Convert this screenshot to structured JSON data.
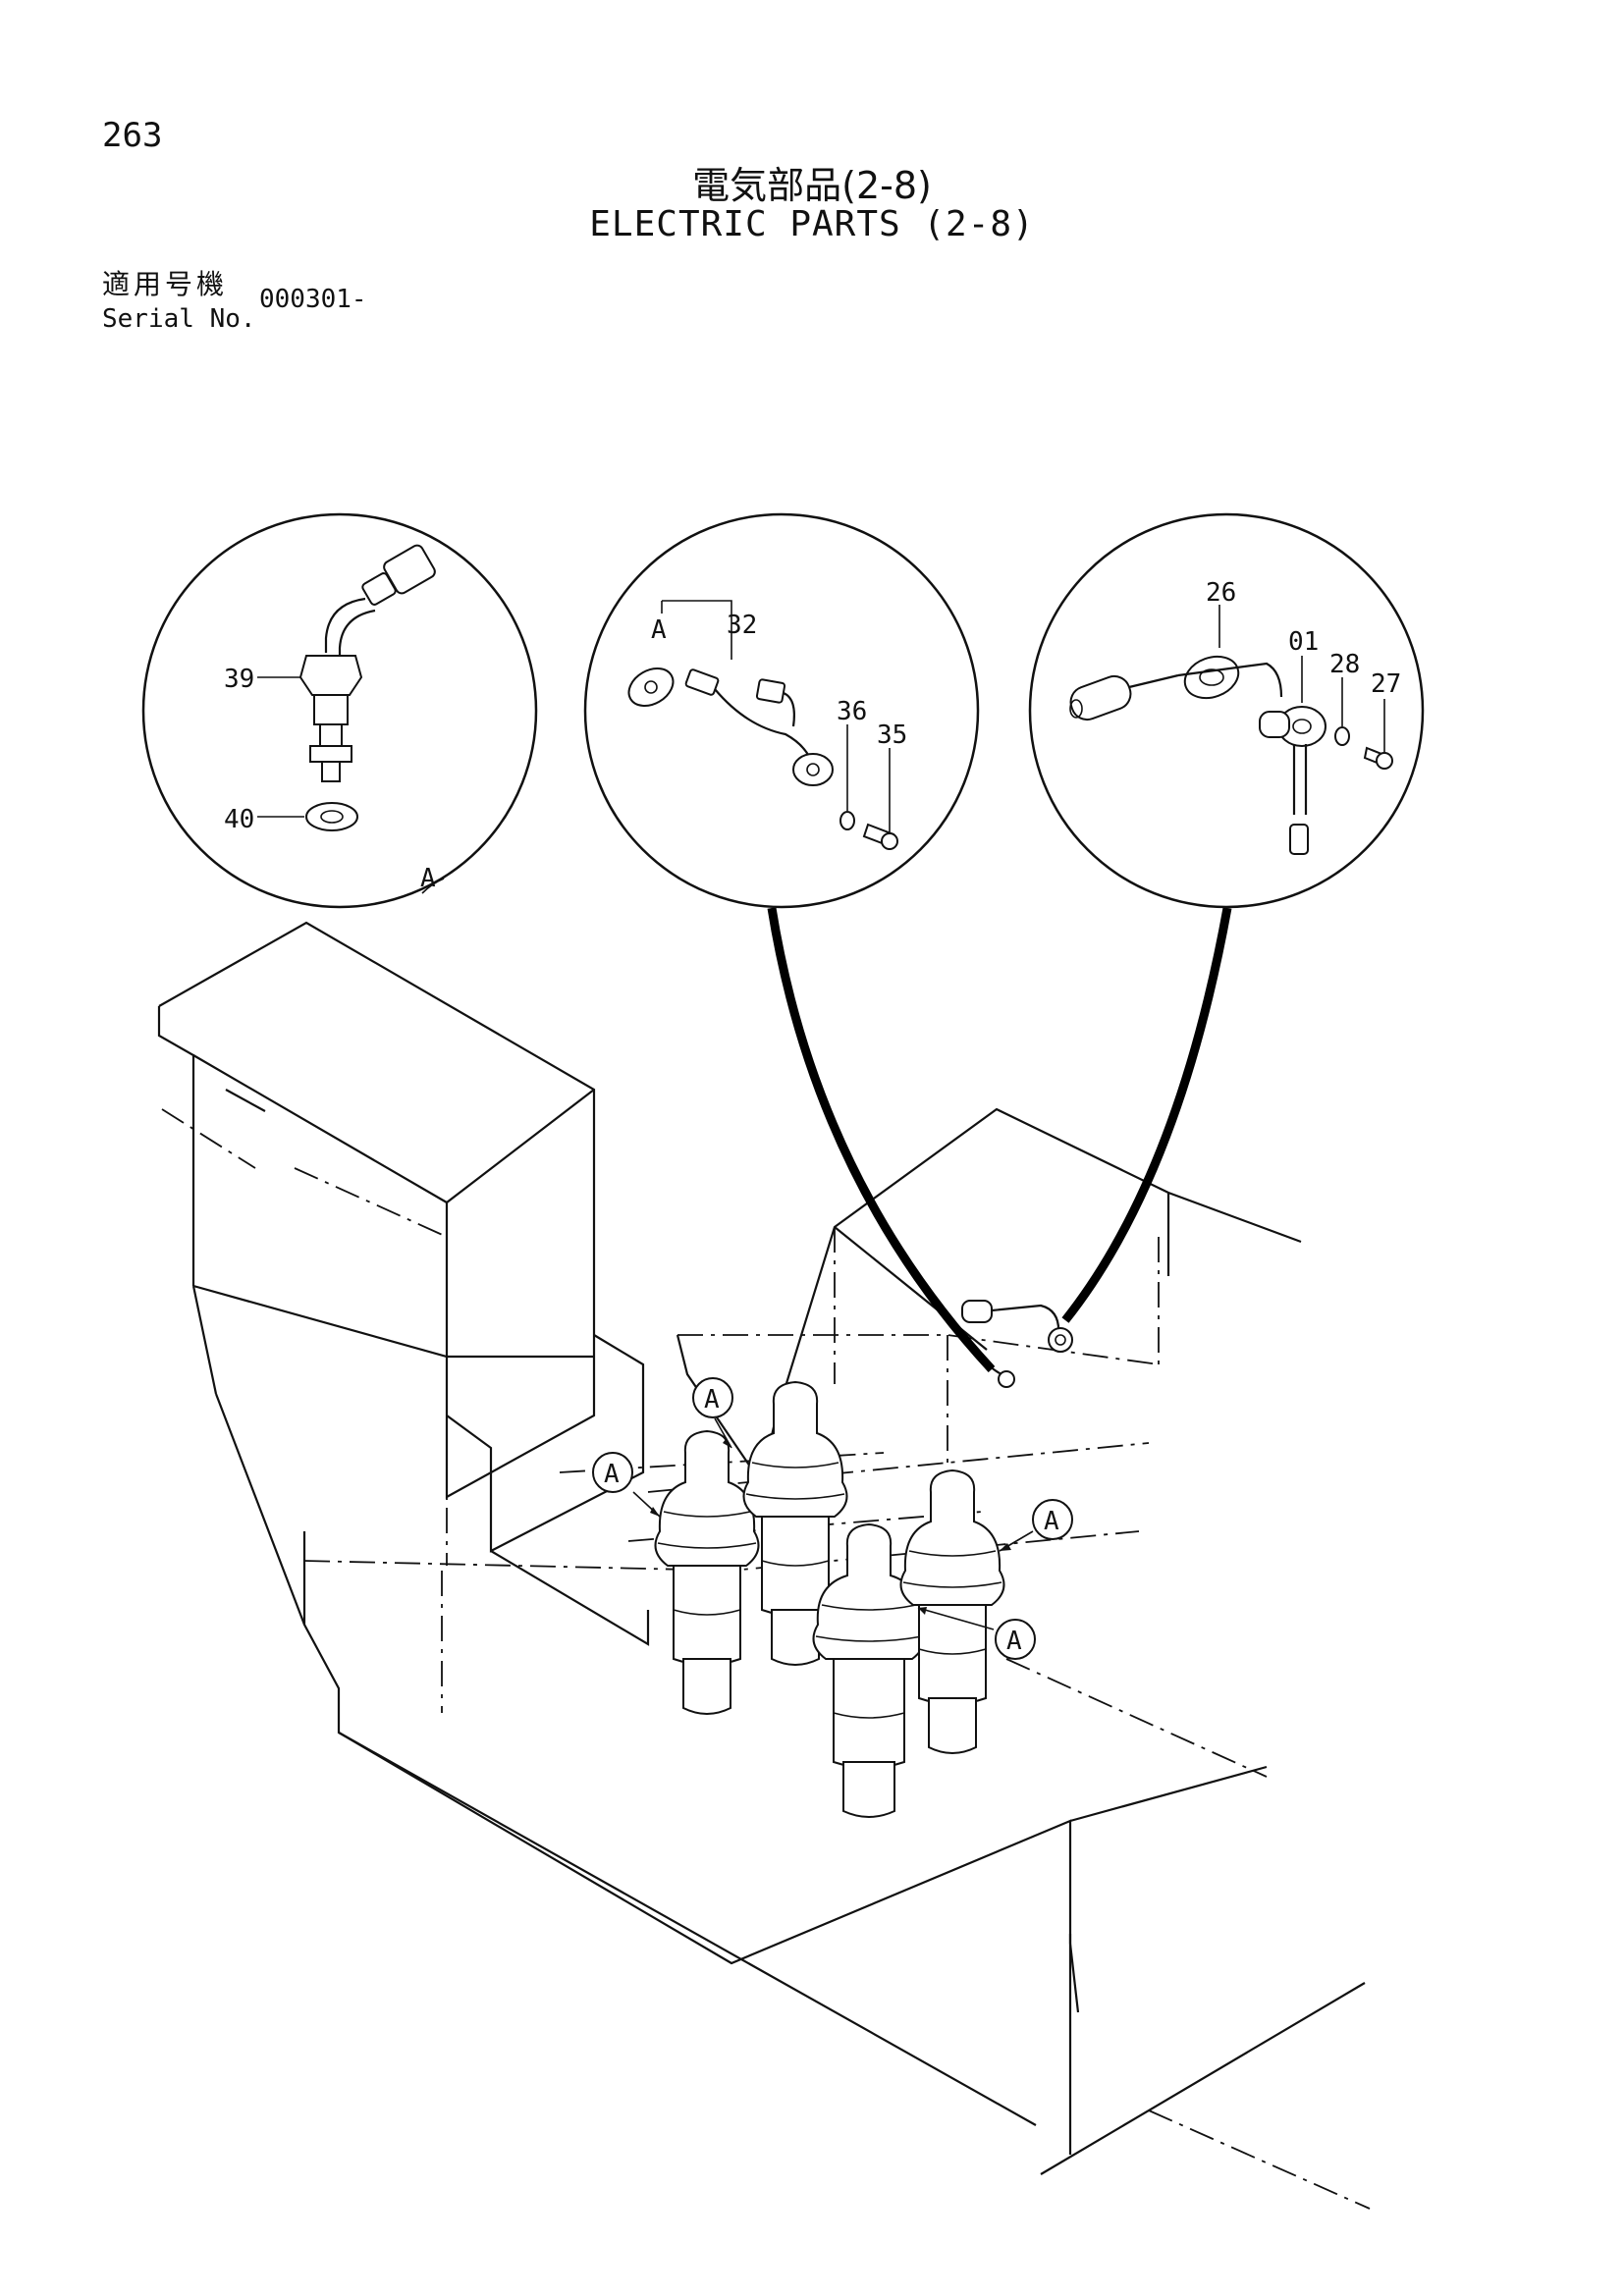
{
  "page_number": "263",
  "title_jp": "電気部品(2-8)",
  "title_en": "ELECTRIC PARTS (2-8)",
  "serial": {
    "label_jp": "適用号機",
    "label_en": "Serial No.",
    "value": "000301-"
  },
  "callouts": {
    "left_detail": {
      "item_39": "39",
      "item_40": "40",
      "view_ref": "A"
    },
    "mid_detail": {
      "item_32": "32",
      "view_ref": "A",
      "item_36": "36",
      "item_35": "35"
    },
    "right_detail": {
      "item_26": "26",
      "item_01": "01",
      "item_28": "28",
      "item_27": "27"
    },
    "view_markers": [
      "A",
      "A",
      "A",
      "A"
    ]
  }
}
